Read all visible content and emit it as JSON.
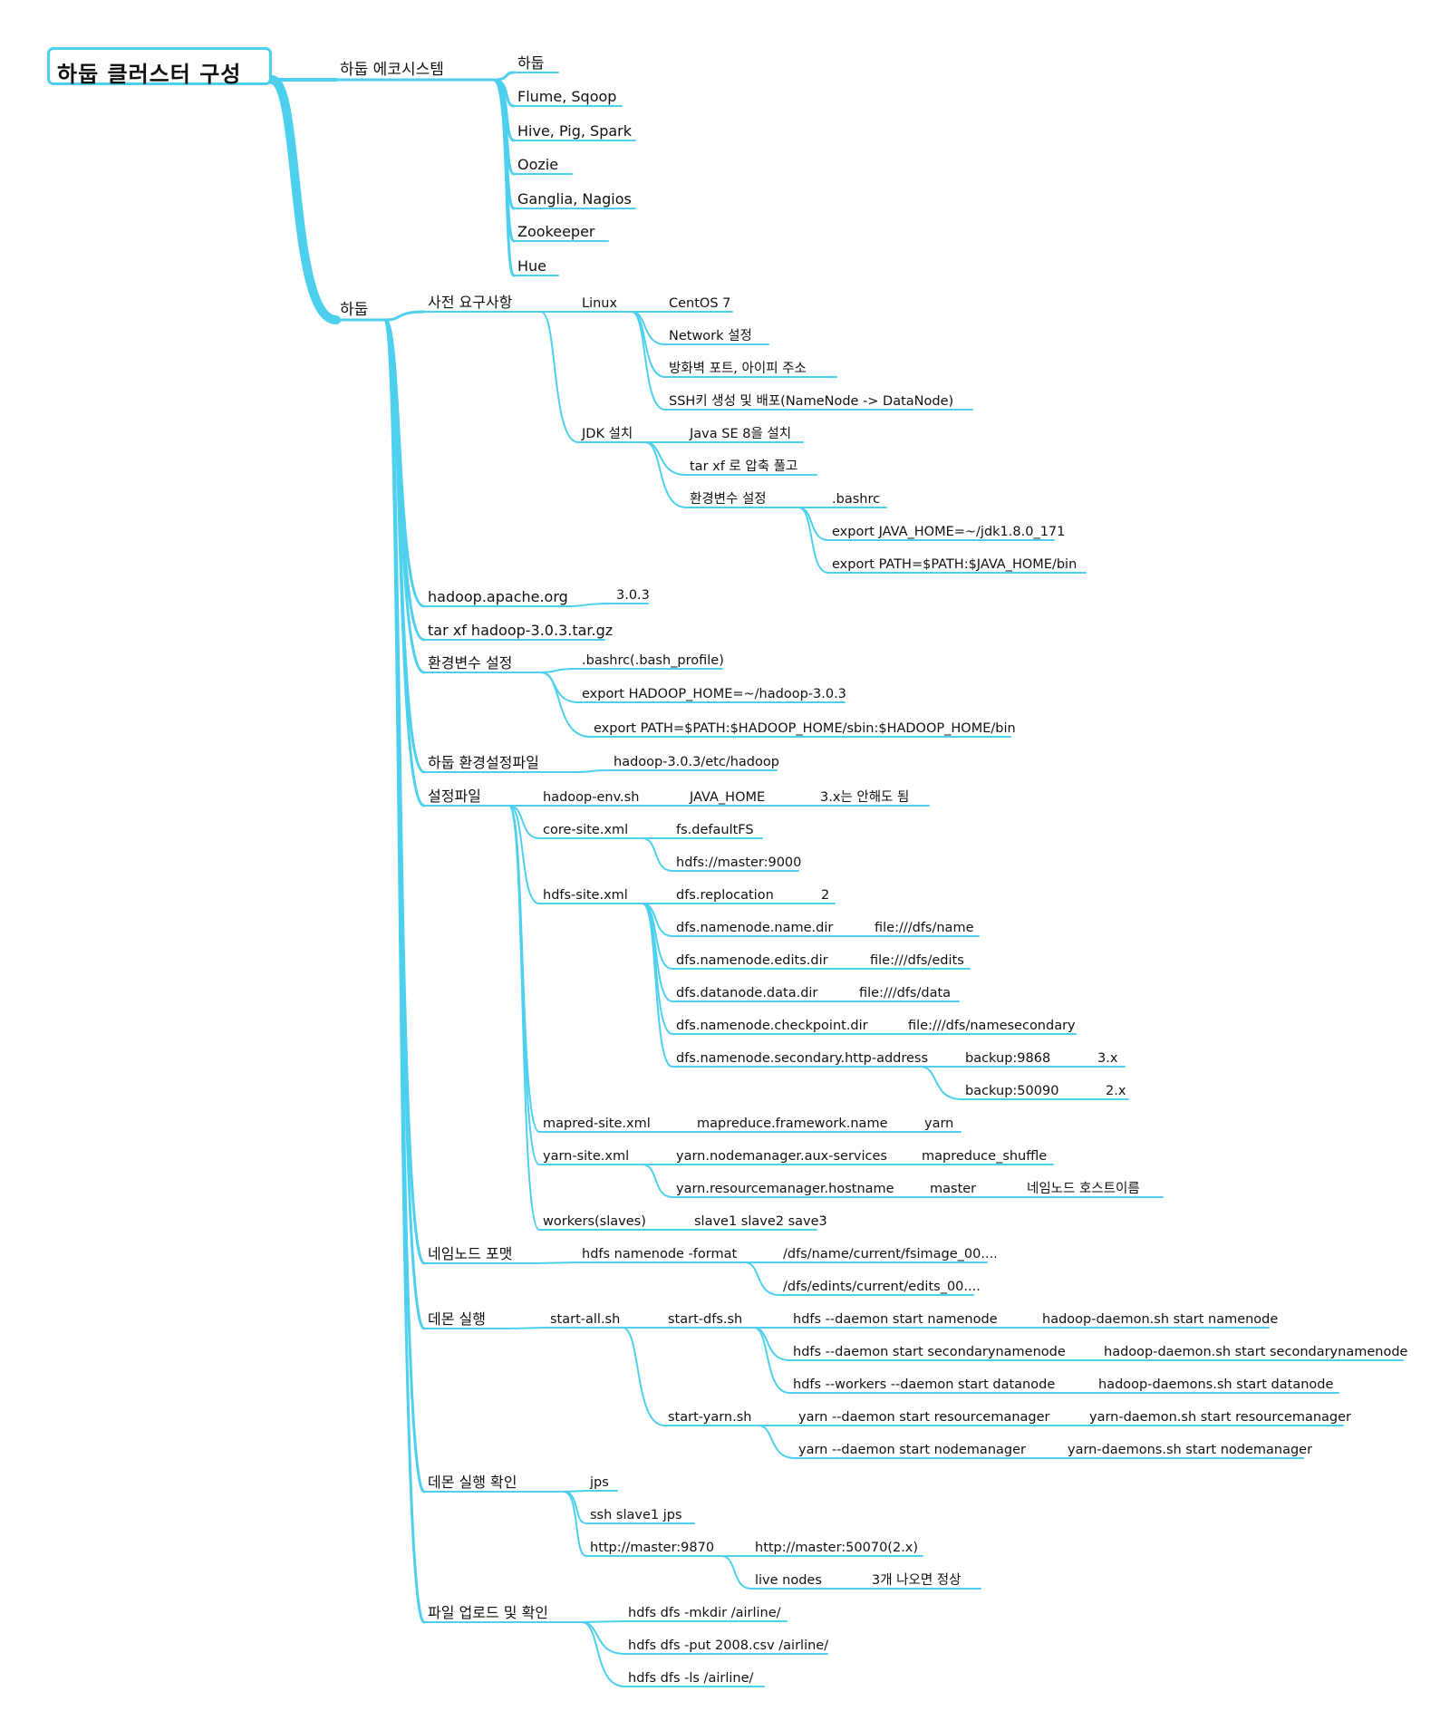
{
  "colors": {
    "branch": "#4dd0ee",
    "text": "#111111",
    "root_border": "#4dd0ee"
  },
  "root": {
    "label": "하둡 클러스터 구성"
  },
  "nodes": [
    {
      "id": "eco",
      "parent": "root",
      "label": "하둡 에코시스템"
    },
    {
      "id": "eco-hadoop",
      "parent": "eco",
      "label": "하둡"
    },
    {
      "id": "eco-flume",
      "parent": "eco",
      "label": "Flume, Sqoop"
    },
    {
      "id": "eco-hive",
      "parent": "eco",
      "label": "Hive, Pig, Spark"
    },
    {
      "id": "eco-oozie",
      "parent": "eco",
      "label": "Oozie"
    },
    {
      "id": "eco-ganglia",
      "parent": "eco",
      "label": "Ganglia, Nagios"
    },
    {
      "id": "eco-zookeeper",
      "parent": "eco",
      "label": "Zookeeper"
    },
    {
      "id": "eco-hue",
      "parent": "eco",
      "label": "Hue"
    },
    {
      "id": "hadoop",
      "parent": "root",
      "label": "하둡"
    },
    {
      "id": "prereq",
      "parent": "hadoop",
      "label": "사전 요구사항"
    },
    {
      "id": "linux",
      "parent": "prereq",
      "label": "Linux"
    },
    {
      "id": "centos",
      "parent": "linux",
      "label": "CentOS 7"
    },
    {
      "id": "network",
      "parent": "linux",
      "label": "Network 설정"
    },
    {
      "id": "firewall",
      "parent": "linux",
      "label": "방화벽 포트, 아이피 주소"
    },
    {
      "id": "ssh",
      "parent": "linux",
      "label": "SSH키 생성 및 배포(NameNode -> DataNode)"
    },
    {
      "id": "jdk",
      "parent": "prereq",
      "label": "JDK 설치"
    },
    {
      "id": "javase",
      "parent": "jdk",
      "label": "Java SE 8을 설치"
    },
    {
      "id": "tarxf",
      "parent": "jdk",
      "label": "tar xf 로 압축 풀고"
    },
    {
      "id": "jdkenv",
      "parent": "jdk",
      "label": "환경변수 설정"
    },
    {
      "id": "jdkbashrc",
      "parent": "jdkenv",
      "label": ".bashrc"
    },
    {
      "id": "javahome",
      "parent": "jdkenv",
      "label": "export JAVA_HOME=~/jdk1.8.0_171"
    },
    {
      "id": "javapath",
      "parent": "jdkenv",
      "label": "export PATH=$PATH:$JAVA_HOME/bin"
    },
    {
      "id": "apache",
      "parent": "hadoop",
      "label": "hadoop.apache.org"
    },
    {
      "id": "ver",
      "parent": "apache",
      "label": "3.0.3"
    },
    {
      "id": "tarhadoop",
      "parent": "hadoop",
      "label": "tar xf hadoop-3.0.3.tar.gz"
    },
    {
      "id": "envset",
      "parent": "hadoop",
      "label": "환경변수 설정"
    },
    {
      "id": "bashprofile",
      "parent": "envset",
      "label": ".bashrc(.bash_profile)"
    },
    {
      "id": "hadoophome",
      "parent": "envset",
      "label": "export HADOOP_HOME=~/hadoop-3.0.3"
    },
    {
      "id": "hadooppath",
      "parent": "envset",
      "label": "export PATH=$PATH:$HADOOP_HOME/sbin:$HADOOP_HOME/bin"
    },
    {
      "id": "confdir",
      "parent": "hadoop",
      "label": "하둡 환경설정파일"
    },
    {
      "id": "confdirpath",
      "parent": "confdir",
      "label": "hadoop-3.0.3/etc/hadoop"
    },
    {
      "id": "conffile",
      "parent": "hadoop",
      "label": "설정파일"
    },
    {
      "id": "hadoopenv",
      "parent": "conffile",
      "label": "hadoop-env.sh"
    },
    {
      "id": "javahomeenv",
      "parent": "hadoopenv",
      "label": "JAVA_HOME"
    },
    {
      "id": "no3x",
      "parent": "javahomeenv",
      "label": "3.x는 안해도 됨"
    },
    {
      "id": "coresite",
      "parent": "conffile",
      "label": "core-site.xml"
    },
    {
      "id": "defaultfs",
      "parent": "coresite",
      "label": "fs.defaultFS"
    },
    {
      "id": "hdfsmaster",
      "parent": "coresite",
      "label": "hdfs://master:9000"
    },
    {
      "id": "hdfssite",
      "parent": "conffile",
      "label": "hdfs-site.xml"
    },
    {
      "id": "replication",
      "parent": "hdfssite",
      "label": "dfs.replocation"
    },
    {
      "id": "repval",
      "parent": "replication",
      "label": "2"
    },
    {
      "id": "namedir",
      "parent": "hdfssite",
      "label": "dfs.namenode.name.dir"
    },
    {
      "id": "namedirval",
      "parent": "namedir",
      "label": "file:///dfs/name"
    },
    {
      "id": "editsdir",
      "parent": "hdfssite",
      "label": "dfs.namenode.edits.dir"
    },
    {
      "id": "editsdirval",
      "parent": "editsdir",
      "label": "file:///dfs/edits"
    },
    {
      "id": "datadir",
      "parent": "hdfssite",
      "label": "dfs.datanode.data.dir"
    },
    {
      "id": "datadirval",
      "parent": "datadir",
      "label": "file:///dfs/data"
    },
    {
      "id": "ckptdir",
      "parent": "hdfssite",
      "label": "dfs.namenode.checkpoint.dir"
    },
    {
      "id": "ckptdirval",
      "parent": "ckptdir",
      "label": "file:///dfs/namesecondary"
    },
    {
      "id": "secaddr",
      "parent": "hdfssite",
      "label": "dfs.namenode.secondary.http-address"
    },
    {
      "id": "backup9868",
      "parent": "secaddr",
      "label": "backup:9868"
    },
    {
      "id": "v3x",
      "parent": "backup9868",
      "label": "3.x"
    },
    {
      "id": "backup50090",
      "parent": "secaddr",
      "label": "backup:50090"
    },
    {
      "id": "v2x",
      "parent": "backup50090",
      "label": "2.x"
    },
    {
      "id": "mapredsite",
      "parent": "conffile",
      "label": "mapred-site.xml"
    },
    {
      "id": "mrfw",
      "parent": "mapredsite",
      "label": "mapreduce.framework.name"
    },
    {
      "id": "yarnval",
      "parent": "mrfw",
      "label": "yarn"
    },
    {
      "id": "yarnsite",
      "parent": "conffile",
      "label": "yarn-site.xml"
    },
    {
      "id": "auxsvc",
      "parent": "yarnsite",
      "label": "yarn.nodemanager.aux-services"
    },
    {
      "id": "shuffle",
      "parent": "auxsvc",
      "label": "mapreduce_shuffle"
    },
    {
      "id": "rmhost",
      "parent": "yarnsite",
      "label": "yarn.resourcemanager.hostname"
    },
    {
      "id": "masterval",
      "parent": "rmhost",
      "label": "master"
    },
    {
      "id": "nnhostname",
      "parent": "masterval",
      "label": "네임노드 호스트이름"
    },
    {
      "id": "workers",
      "parent": "conffile",
      "label": "workers(slaves)"
    },
    {
      "id": "slaves",
      "parent": "workers",
      "label": "slave1 slave2 save3"
    },
    {
      "id": "format",
      "parent": "hadoop",
      "label": "네임노드 포맷"
    },
    {
      "id": "formatcmd",
      "parent": "format",
      "label": "hdfs namenode -format"
    },
    {
      "id": "fsimage",
      "parent": "formatcmd",
      "label": "/dfs/name/current/fsimage_00...."
    },
    {
      "id": "edits",
      "parent": "formatcmd",
      "label": "/dfs/edints/current/edits_00...."
    },
    {
      "id": "daemon",
      "parent": "hadoop",
      "label": "데몬 실행"
    },
    {
      "id": "startall",
      "parent": "daemon",
      "label": "start-all.sh"
    },
    {
      "id": "startdfs",
      "parent": "startall",
      "label": "start-dfs.sh"
    },
    {
      "id": "nnstart",
      "parent": "startdfs",
      "label": "hdfs --daemon start namenode"
    },
    {
      "id": "nnstartold",
      "parent": "nnstart",
      "label": "hadoop-daemon.sh start namenode"
    },
    {
      "id": "snnstart",
      "parent": "startdfs",
      "label": "hdfs --daemon start secondarynamenode"
    },
    {
      "id": "snnstartold",
      "parent": "snnstart",
      "label": "hadoop-daemon.sh start secondarynamenode"
    },
    {
      "id": "dnstart",
      "parent": "startdfs",
      "label": "hdfs --workers --daemon start datanode"
    },
    {
      "id": "dnstartold",
      "parent": "dnstart",
      "label": "hadoop-daemons.sh start datanode"
    },
    {
      "id": "startyarn",
      "parent": "startall",
      "label": "start-yarn.sh"
    },
    {
      "id": "rmstart",
      "parent": "startyarn",
      "label": "yarn --daemon start resourcemanager"
    },
    {
      "id": "rmstartold",
      "parent": "rmstart",
      "label": "yarn-daemon.sh start resourcemanager"
    },
    {
      "id": "nmstart",
      "parent": "startyarn",
      "label": "yarn --daemon start nodemanager"
    },
    {
      "id": "nmstartold",
      "parent": "nmstart",
      "label": "yarn-daemons.sh start nodemanager"
    },
    {
      "id": "check",
      "parent": "hadoop",
      "label": "데몬 실행 확인"
    },
    {
      "id": "jps",
      "parent": "check",
      "label": "jps"
    },
    {
      "id": "sshjps",
      "parent": "check",
      "label": "ssh slave1 jps"
    },
    {
      "id": "web9870",
      "parent": "check",
      "label": "http://master:9870"
    },
    {
      "id": "web50070",
      "parent": "web9870",
      "label": "http://master:50070(2.x)"
    },
    {
      "id": "livenodes",
      "parent": "web9870",
      "label": "live nodes"
    },
    {
      "id": "threeok",
      "parent": "livenodes",
      "label": "3개 나오면 정상"
    },
    {
      "id": "upload",
      "parent": "hadoop",
      "label": "파일 업로드 및 확인"
    },
    {
      "id": "mkdir",
      "parent": "upload",
      "label": "hdfs dfs -mkdir /airline/"
    },
    {
      "id": "put",
      "parent": "upload",
      "label": "hdfs dfs -put 2008.csv /airline/"
    },
    {
      "id": "ls",
      "parent": "upload",
      "label": "hdfs dfs -ls /airline/"
    }
  ]
}
